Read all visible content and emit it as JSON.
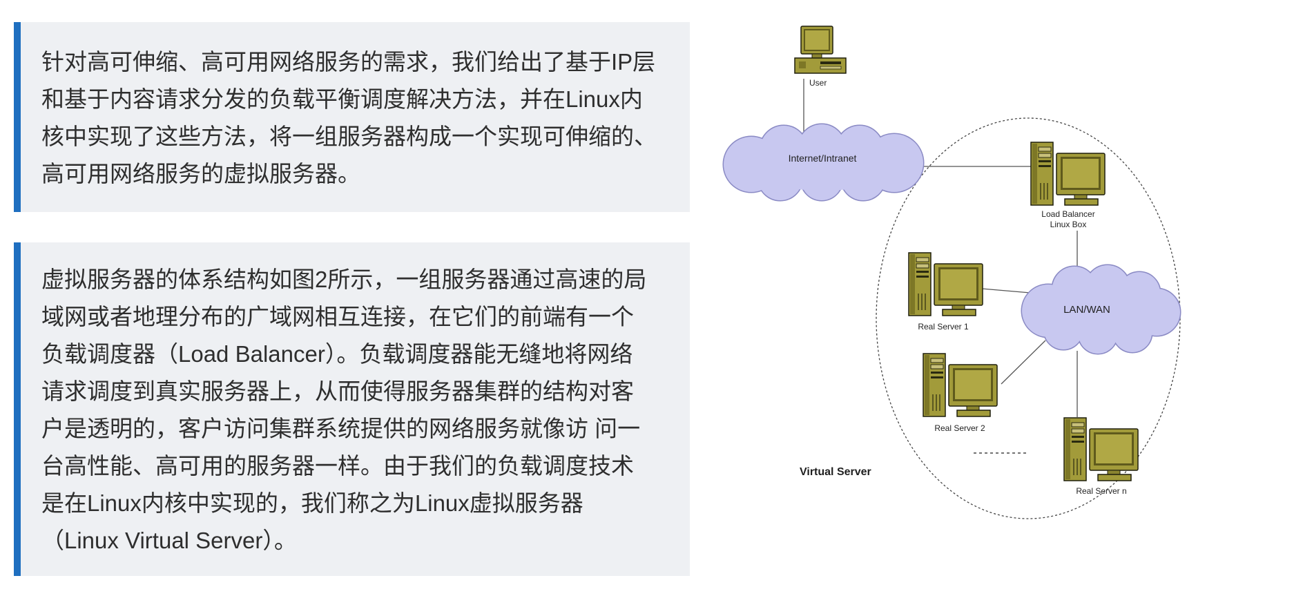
{
  "callouts": [
    {
      "lines": [
        "针对高可伸缩、高可用网络服务的需求，我们给出了基于IP层",
        "和基于内容请求分发的负载平衡调度解决方法，并在Linux内",
        "核中实现了这些方法，将一组服务器构成一个实现可伸缩的、",
        "高可用网络服务的虚拟服务器。"
      ]
    },
    {
      "lines": [
        "虚拟服务器的体系结构如图2所示，一组服务器通过高速的局",
        "域网或者地理分布的广域网相互连接，在它们的前端有一个",
        "负载调度器（Load Balancer）。负载调度器能无缝地将网络",
        "请求调度到真实服务器上，从而使得服务器集群的结构对客",
        "户是透明的，客户访问集群系统提供的网络服务就像访 问一",
        "台高性能、高可用的服务器一样。由于我们的负载调度技术",
        "是在Linux内核中实现的，我们称之为Linux虚拟服务器",
        "（Linux Virtual Server）。"
      ]
    }
  ],
  "diagram": {
    "user_label": "User",
    "internet_label": "Internet/Intranet",
    "load_balancer_label": "Load Balancer",
    "load_balancer_sublabel": "Linux Box",
    "lan_label": "LAN/WAN",
    "real_servers": [
      "Real Server 1",
      "Real Server 2",
      "Real Server n"
    ],
    "virtual_server_label": "Virtual Server"
  },
  "colors": {
    "accent": "#1f6fc0",
    "callout_bg": "#eef0f3",
    "text": "#2e2e2e",
    "cloud": "#c8c8f0",
    "computer": "#a29b3a"
  }
}
